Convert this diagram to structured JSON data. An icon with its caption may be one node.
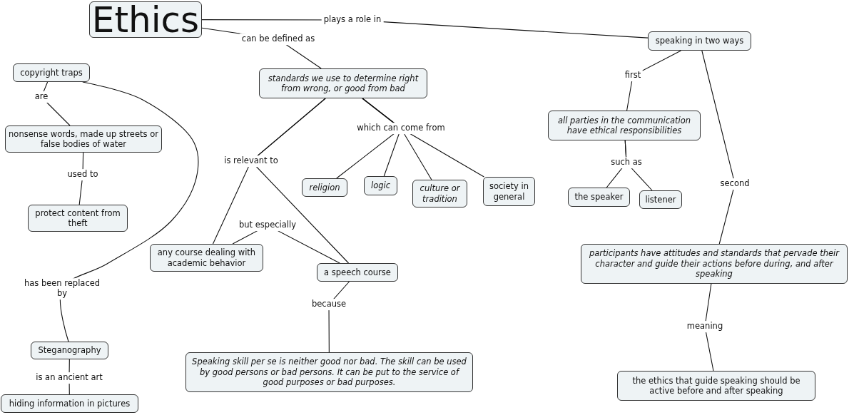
{
  "diagram": {
    "nodes": [
      {
        "text": [
          "Ethics"
        ]
      },
      {
        "text": [
          "speaking in two ways"
        ]
      },
      {
        "text": [
          "copyright traps"
        ]
      },
      {
        "text": [
          "standards we use to determine right from wrong, or good from bad"
        ]
      },
      {
        "text": [
          "nonsense words, made up streets or false bodies of water"
        ]
      },
      {
        "text": [
          "all parties in the communication have ethical responsibilities"
        ]
      },
      {
        "text": [
          "religion"
        ]
      },
      {
        "text": [
          "logic"
        ]
      },
      {
        "text": [
          "culture or tradition"
        ]
      },
      {
        "text": [
          "society in general"
        ]
      },
      {
        "text": [
          "the speaker"
        ]
      },
      {
        "text": [
          "listener"
        ]
      },
      {
        "text": [
          "protect content from theft"
        ]
      },
      {
        "text": [
          "any course dealing with academic behavior"
        ]
      },
      {
        "text": [
          "participants have attitudes and standards that pervade their character and guide their actions before during, and after speaking"
        ]
      },
      {
        "text": [
          "a speech course"
        ]
      },
      {
        "text": [
          "Steganography"
        ]
      },
      {
        "text": [
          "Speaking skill per se is neither good nor bad. The skill can be used by good persons or bad persons. It can be put to the service of good purposes or bad purposes."
        ]
      },
      {
        "text": [
          "the ethics that guide speaking should be active before and after speaking"
        ]
      },
      {
        "text": [
          "hiding information in pictures"
        ]
      }
    ],
    "edges": [
      {
        "from": 0,
        "to": 1,
        "arrow": "none",
        "label": "plays a role in"
      },
      {
        "from": 0,
        "to": 3,
        "arrow": "none",
        "label": "can be defined as"
      },
      {
        "from": 1,
        "to": 5,
        "arrow": "none",
        "label": "first"
      },
      {
        "from": 1,
        "to": 14,
        "arrow": "none",
        "label": "second"
      },
      {
        "from": 2,
        "to": 4,
        "arrow": "none",
        "label": "are"
      },
      {
        "from": 2,
        "to": 16,
        "arrow": "none",
        "label": "has been replaced by"
      },
      {
        "from": 3,
        "to": 6,
        "arrow": "none",
        "label": "which can come from"
      },
      {
        "from": 3,
        "to": 7,
        "arrow": "none"
      },
      {
        "from": 3,
        "to": 8,
        "arrow": "none"
      },
      {
        "from": 3,
        "to": 9,
        "arrow": "none"
      },
      {
        "from": 3,
        "to": 13,
        "arrow": "none",
        "label": "is relevant to"
      },
      {
        "from": 3,
        "to": 15,
        "arrow": "none"
      },
      {
        "from": 4,
        "to": 12,
        "arrow": "none",
        "label": "used to"
      },
      {
        "from": 13,
        "to": 15,
        "arrow": "none",
        "label": "but especially"
      },
      {
        "from": 5,
        "to": 10,
        "arrow": "none",
        "label": "such as"
      },
      {
        "from": 5,
        "to": 11,
        "arrow": "none"
      },
      {
        "from": 14,
        "to": 18,
        "arrow": "none",
        "label": "meaning"
      },
      {
        "from": 15,
        "to": 17,
        "arrow": "none",
        "label": "because"
      },
      {
        "from": 16,
        "to": 19,
        "arrow": "none",
        "label": "is an ancient art"
      }
    ]
  }
}
